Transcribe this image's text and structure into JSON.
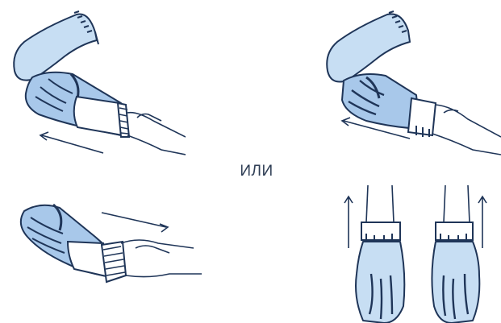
{
  "instruction": {
    "separator_text": "ИЛИ"
  },
  "colors": {
    "outline": "#1f3558",
    "glove_fill": "#c7def3",
    "palm_coating": "#a8c8ea",
    "accent_dark": "#1f3558",
    "background": "#ffffff"
  },
  "panels": [
    {
      "name": "pull-glove-off-by-cuff-diagonal"
    },
    {
      "name": "pull-glove-off-by-cuff-turned"
    },
    {
      "name": "pull-glove-off-by-fingers"
    },
    {
      "name": "pull-both-gloves-up"
    }
  ],
  "icons": [
    "hand-icon",
    "glove-icon",
    "arrow-icon"
  ]
}
